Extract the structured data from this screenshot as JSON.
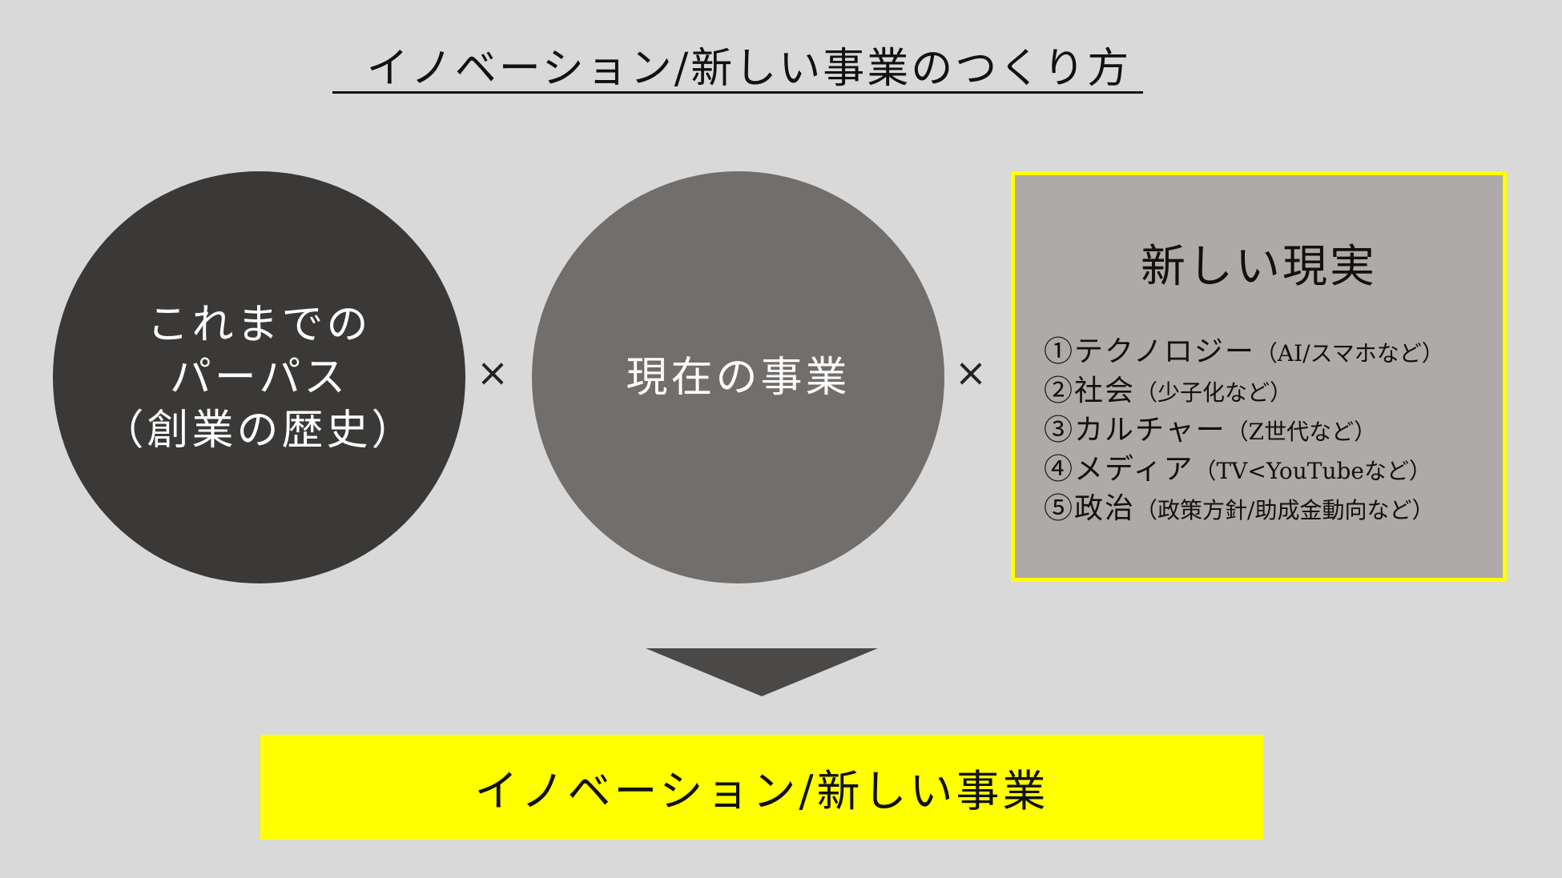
{
  "title": "イノベーション/新しい事業のつくり方",
  "circles": [
    {
      "lines": [
        "これまでの",
        "パーパス",
        "（創業の歴史）"
      ],
      "color": "#3a3937"
    },
    {
      "lines": [
        "現在の事業"
      ],
      "color": "#716e6c"
    }
  ],
  "operator": "×",
  "reality": {
    "title": "新しい現実",
    "border_color": "#ffff00",
    "background": "#aeaaa8",
    "items": [
      {
        "label": "①テクノロジー",
        "note": "（AI/スマホなど）"
      },
      {
        "label": "②社会",
        "note": "（少子化など）"
      },
      {
        "label": "③カルチャー",
        "note": "（Z世代など）"
      },
      {
        "label": "④メディア",
        "note": "（TV<YouTubeなど）"
      },
      {
        "label": "⑤政治",
        "note": "（政策方針/助成金動向など）"
      }
    ]
  },
  "arrow_icon": "down-triangle-icon",
  "result": {
    "label": "イノベーション/新しい事業",
    "color": "#ffff00"
  }
}
